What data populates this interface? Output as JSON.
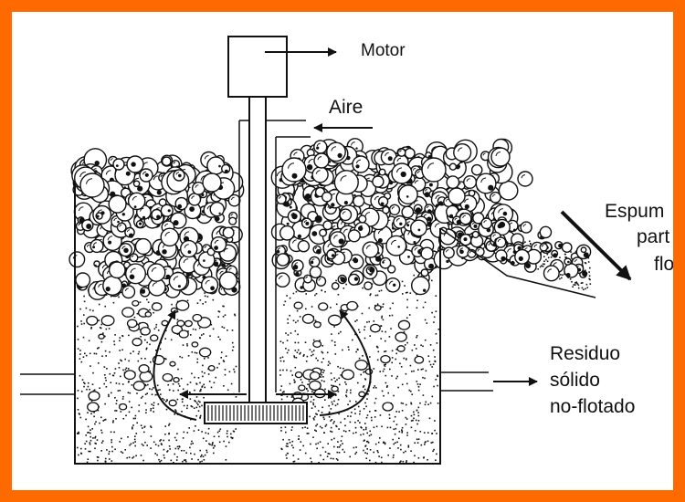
{
  "colors": {
    "frame": "#ff6a00",
    "ink": "#111111",
    "background": "#ffffff"
  },
  "labels": {
    "motor": "Motor",
    "air": "Aire",
    "foam": [
      "Espum",
      "part",
      "flo"
    ],
    "residue": [
      "Residuo",
      "sólido",
      "no-flotado"
    ]
  }
}
